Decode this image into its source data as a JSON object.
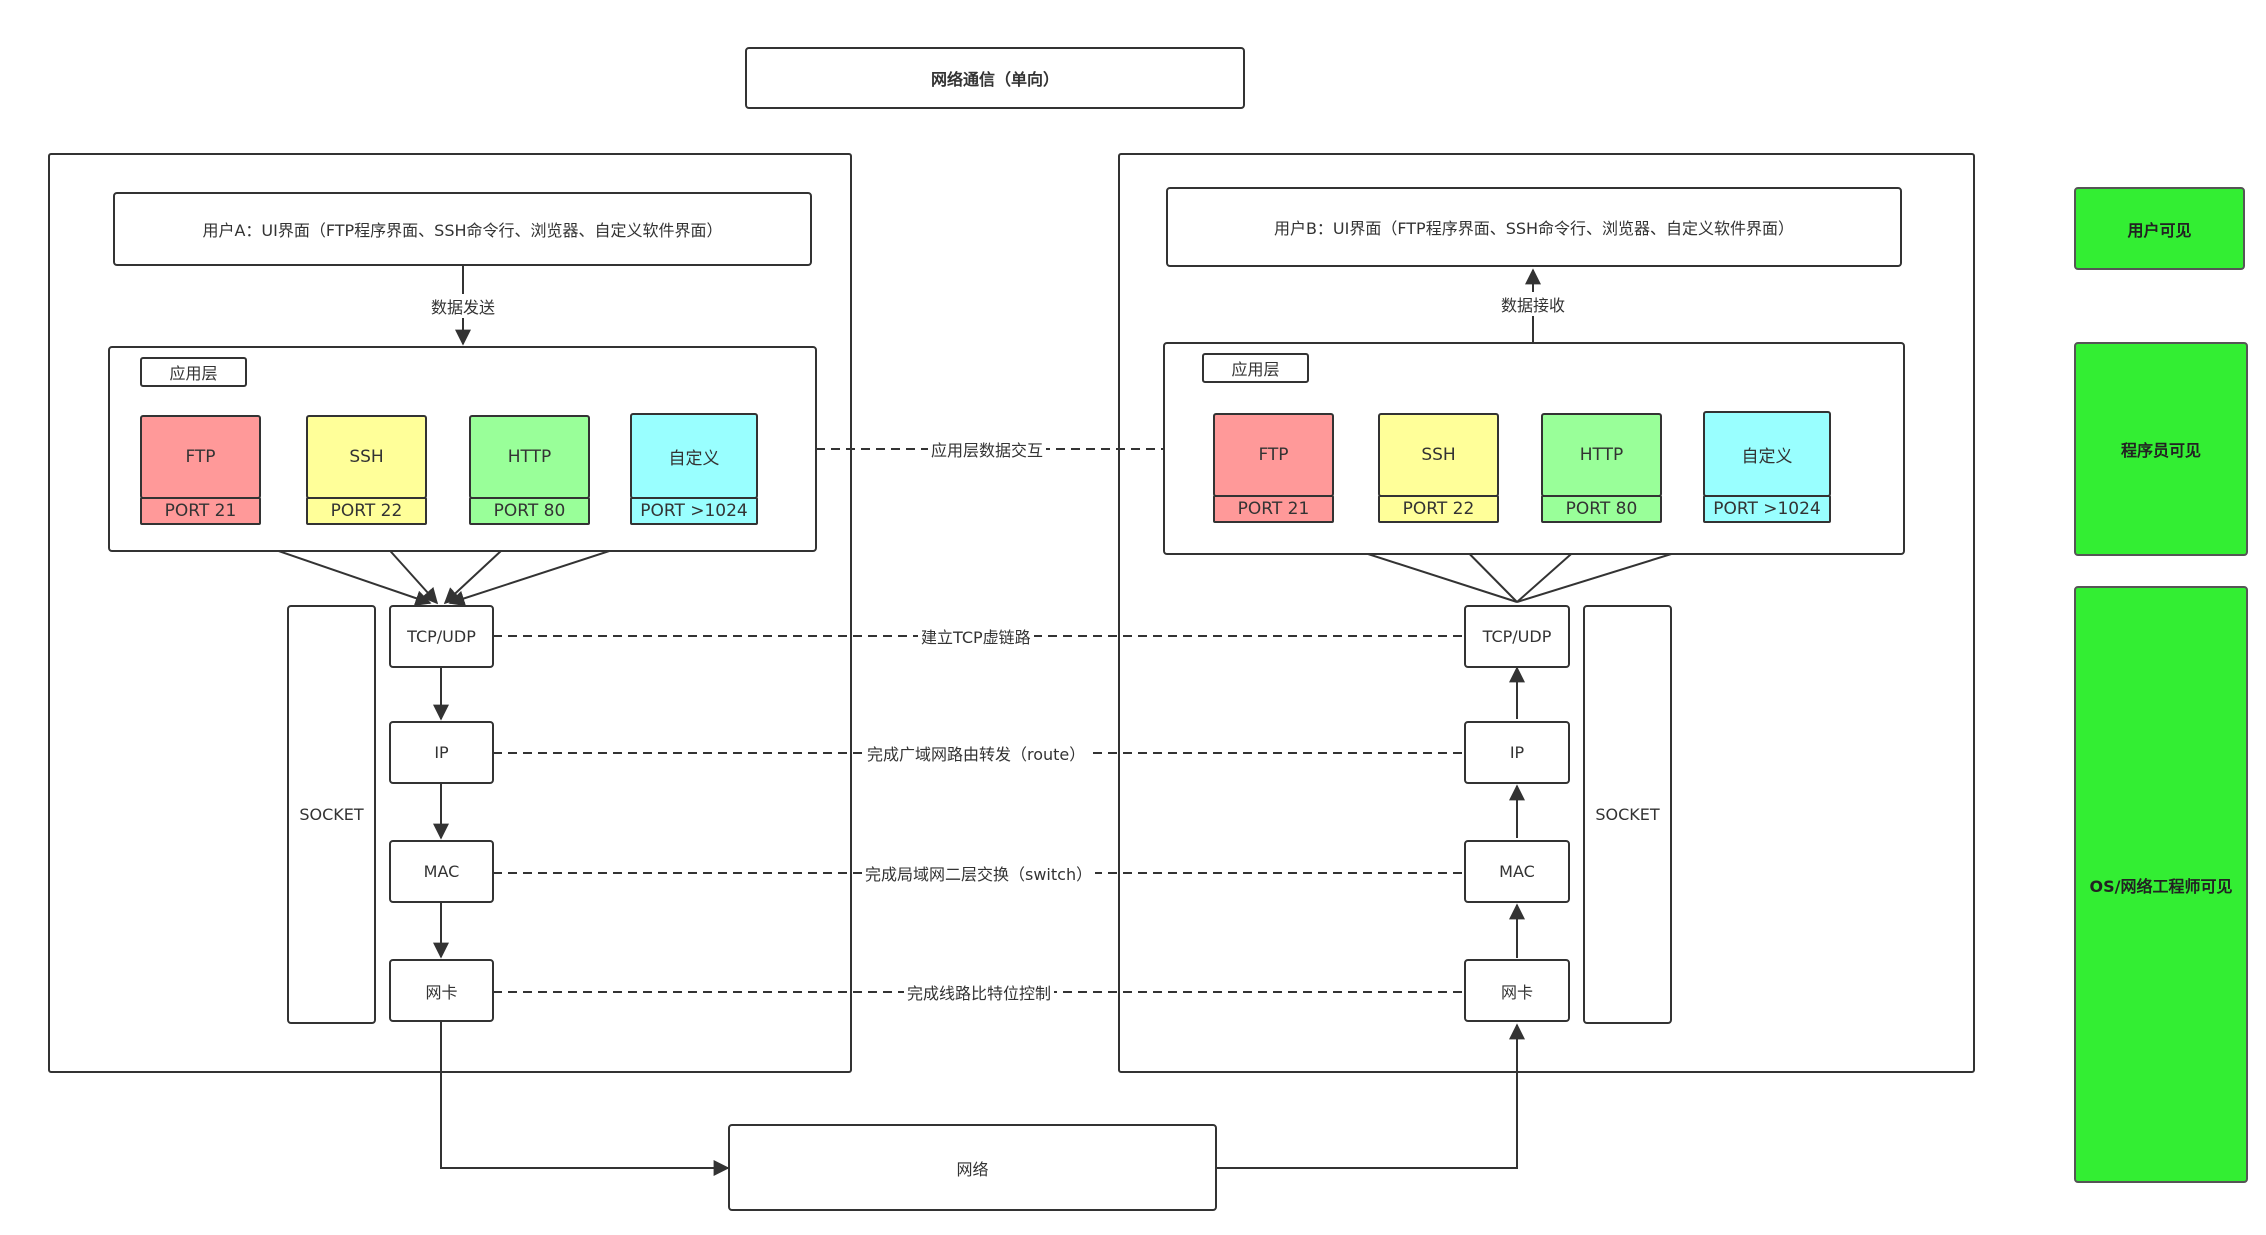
{
  "title": "网络通信（单向）",
  "colors": {
    "ftp": "#ff9999",
    "ssh": "#ffff99",
    "http": "#99ff99",
    "custom": "#99ffff",
    "legend": "#33ee33"
  },
  "side_a": {
    "ui": "用户A：UI界面（FTP程序界面、SSH命令行、浏览器、自定义软件界面）",
    "flow": "数据发送",
    "app_layer": "应用层",
    "protocols": [
      {
        "name": "FTP",
        "port": "PORT 21"
      },
      {
        "name": "SSH",
        "port": "PORT 22"
      },
      {
        "name": "HTTP",
        "port": "PORT 80"
      },
      {
        "name": "自定义",
        "port": "PORT >1024"
      }
    ],
    "socket": "SOCKET",
    "stack": [
      "TCP/UDP",
      "IP",
      "MAC",
      "网卡"
    ]
  },
  "side_b": {
    "ui": "用户B：UI界面（FTP程序界面、SSH命令行、浏览器、自定义软件界面）",
    "flow": "数据接收",
    "app_layer": "应用层",
    "protocols": [
      {
        "name": "FTP",
        "port": "PORT 21"
      },
      {
        "name": "SSH",
        "port": "PORT 22"
      },
      {
        "name": "HTTP",
        "port": "PORT 80"
      },
      {
        "name": "自定义",
        "port": "PORT >1024"
      }
    ],
    "socket": "SOCKET",
    "stack": [
      "TCP/UDP",
      "IP",
      "MAC",
      "网卡"
    ]
  },
  "links": {
    "app": "应用层数据交互",
    "tcp": "建立TCP虚链路",
    "ip": "完成广域网路由转发（route）",
    "mac": "完成局域网二层交换（switch）",
    "nic": "完成线路比特位控制"
  },
  "network": "网络",
  "legend": [
    "用户可见",
    "程序员可见",
    "OS/网络工程师可见"
  ]
}
